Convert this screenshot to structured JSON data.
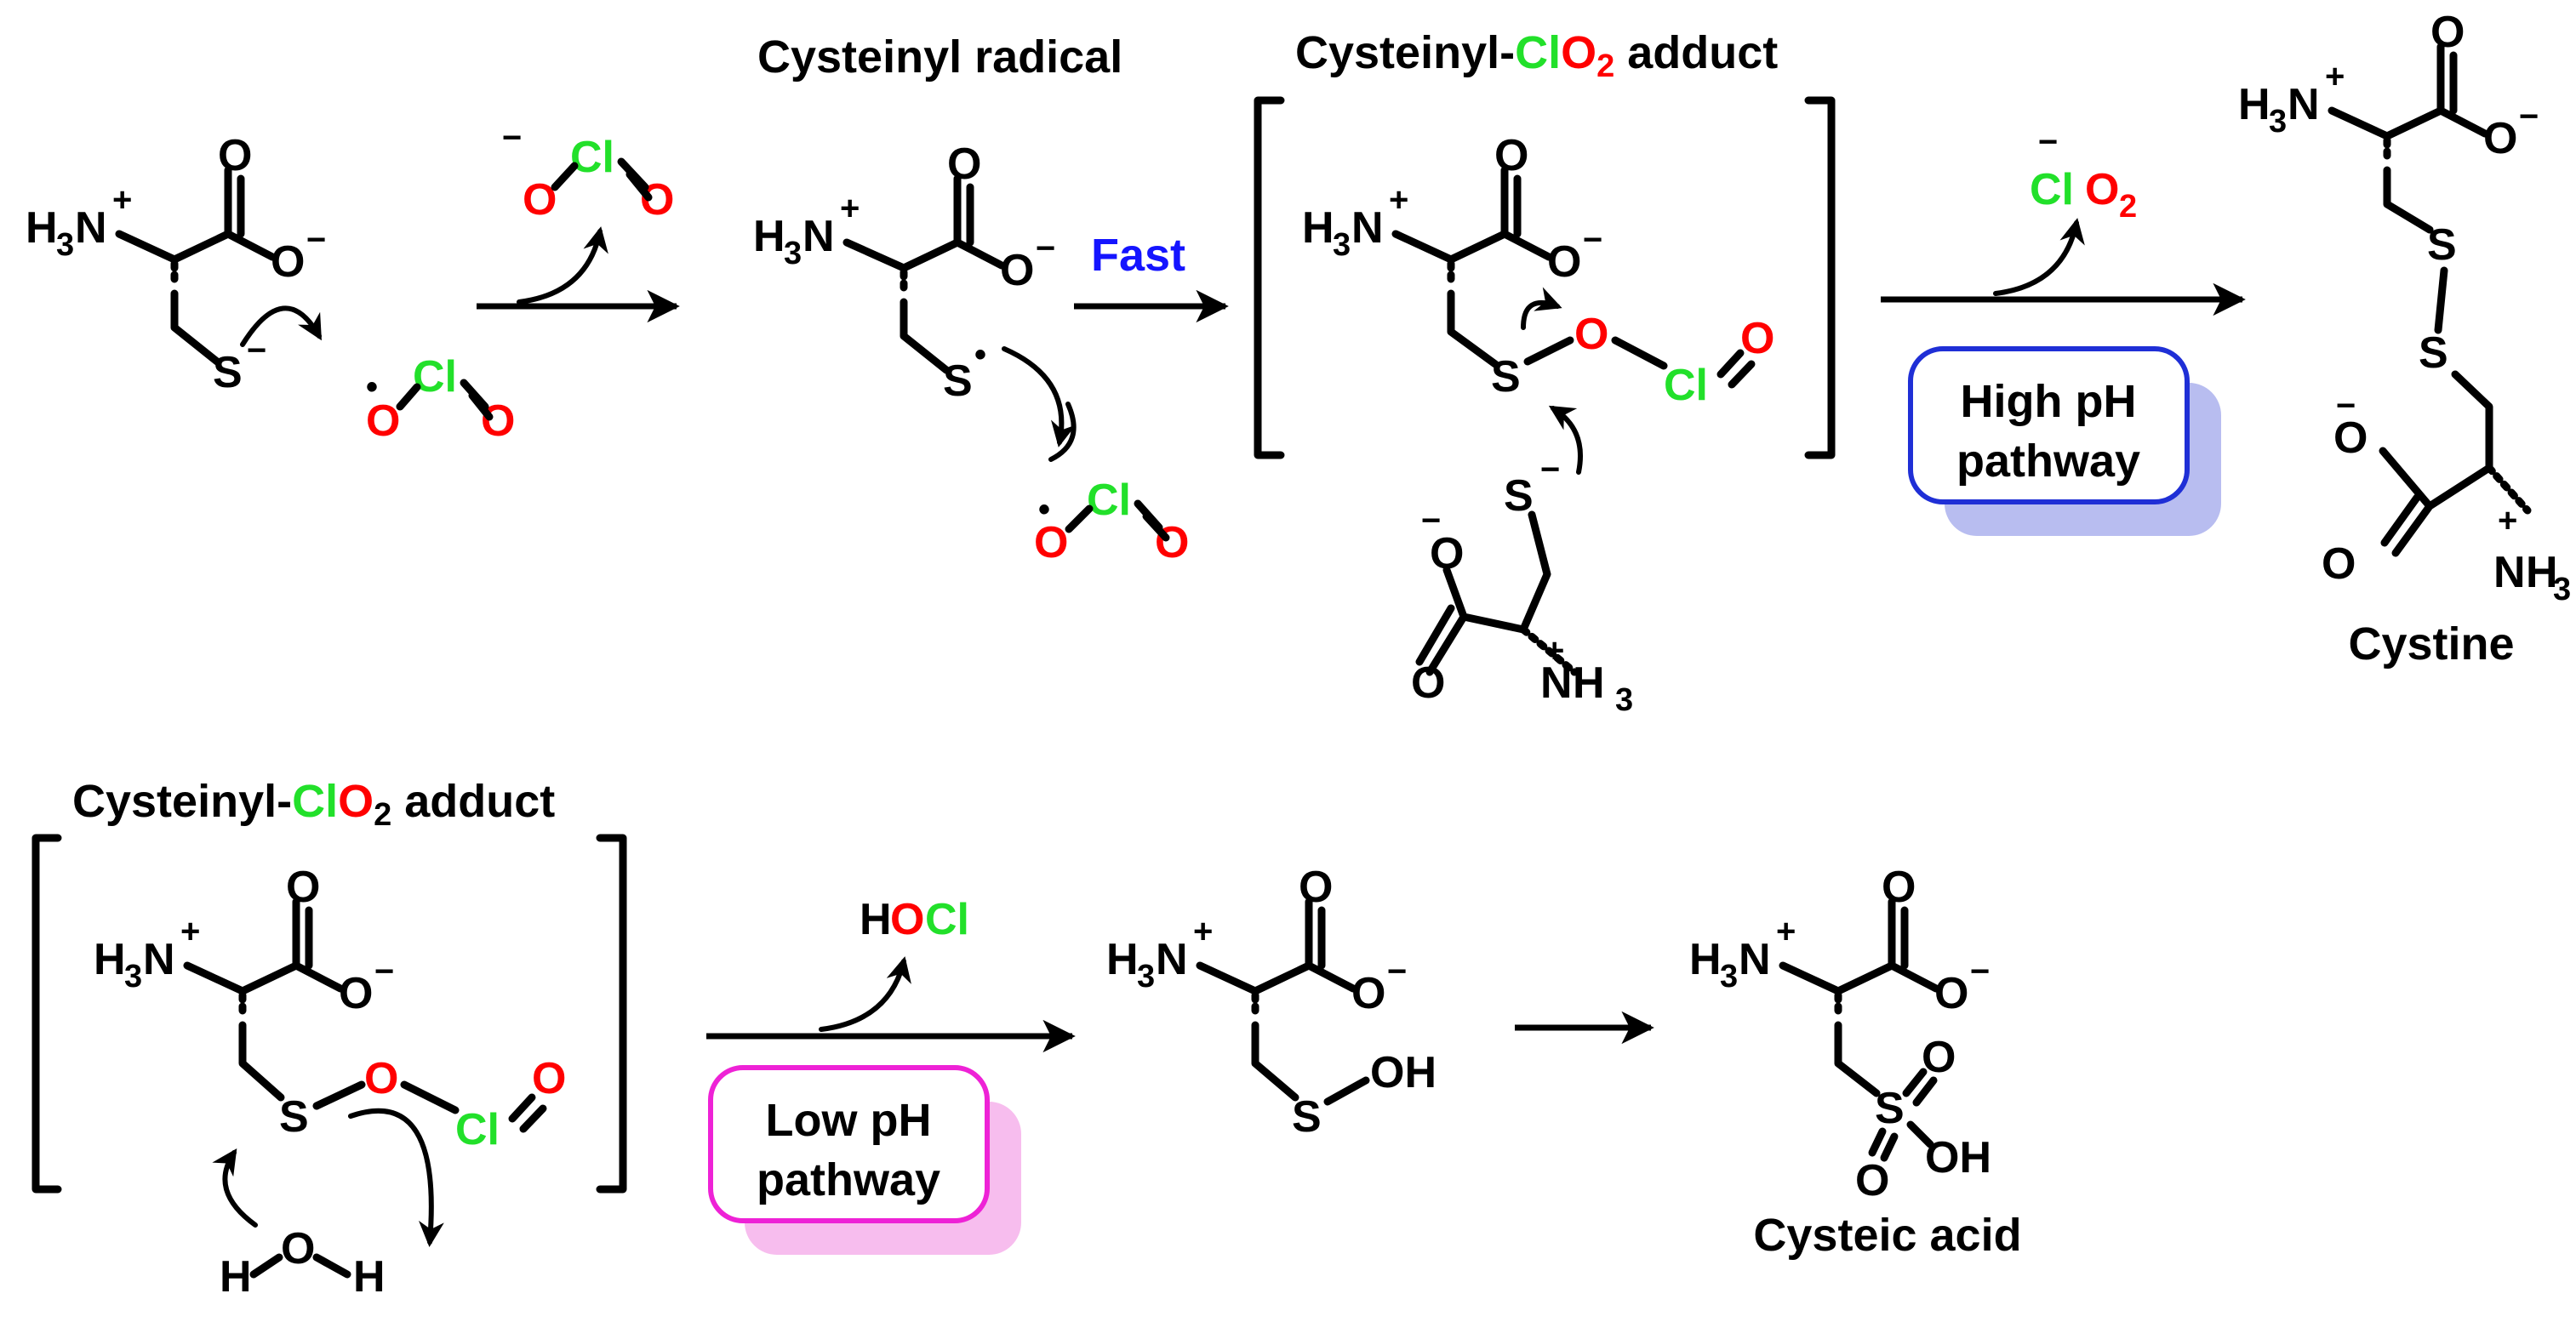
{
  "labels": {
    "cysteinyl_radical": "Cysteinyl radical",
    "adduct_prefix": "Cysteinyl-",
    "adduct_cl": "Cl",
    "adduct_o": "O",
    "adduct_sub": "2",
    "adduct_suffix": " adduct",
    "cystine": "Cystine",
    "cysteic_acid": "Cysteic acid",
    "fast": "Fast"
  },
  "pathways": {
    "high_line1": "High pH",
    "high_line2": "pathway",
    "low_line1": "Low pH",
    "low_line2": "pathway"
  },
  "atoms": {
    "H": "H",
    "N": "N",
    "O": "O",
    "S": "S",
    "Cl": "Cl",
    "OH": "OH",
    "sub3": "3",
    "sub2": "2",
    "plus": "+",
    "minus": "−",
    "dot": "•"
  },
  "colors": {
    "chlorine": "#22e02a",
    "oxygen": "#ff0000",
    "fast": "#1414ff",
    "high_box": "#1f2fd6",
    "high_shadow": "#b8bdf0",
    "low_box": "#ee22d6",
    "low_shadow": "#f7bdee"
  }
}
